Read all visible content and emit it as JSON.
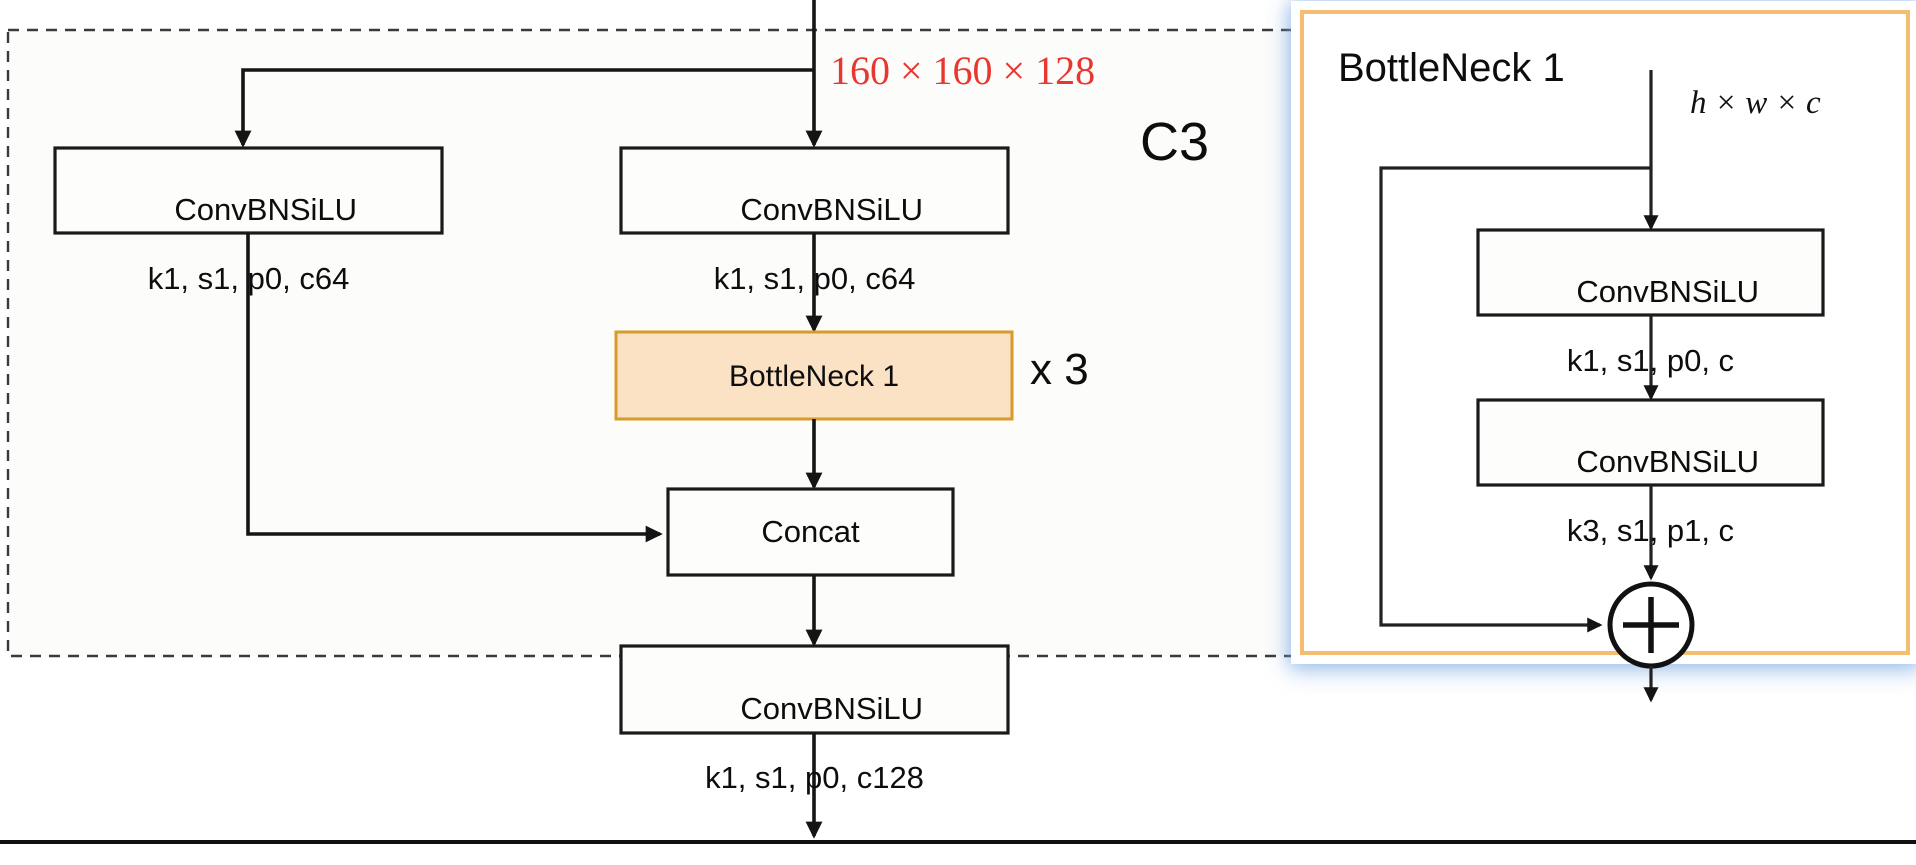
{
  "diagram": {
    "title": "C3 module with BottleNeck detail",
    "group_label": "C3",
    "repeat_label": "x 3",
    "input_tensor_label": "160 × 160 × 128",
    "accent_orange": "#d79a2b",
    "bottleneck_fill": "#fbe2c4",
    "tensor_label_color": "#e8372f",
    "panel_border_color": "#f5bd72",
    "panel_glow_color": "#78aae6"
  },
  "c3": {
    "left_branch": {
      "line1": "ConvBNSiLU",
      "line2": "k1, s1, p0, c64"
    },
    "right_branch": {
      "line1": "ConvBNSiLU",
      "line2": "k1, s1, p0, c64"
    },
    "bottleneck_block": {
      "label": "BottleNeck 1",
      "repeat": "x 3"
    },
    "concat": {
      "label": "Concat"
    },
    "output_conv": {
      "line1": "ConvBNSiLU",
      "line2": "k1, s1, p0, c128"
    }
  },
  "bottleneck_panel": {
    "title": "BottleNeck 1",
    "input_tensor_label": "h × w × c",
    "conv_a": {
      "line1": "ConvBNSiLU",
      "line2": "k1, s1, p0, c"
    },
    "conv_b": {
      "line1": "ConvBNSiLU",
      "line2": "k3, s1, p1, c"
    },
    "add_node": {
      "symbol": "+",
      "name": "residual-add"
    }
  }
}
